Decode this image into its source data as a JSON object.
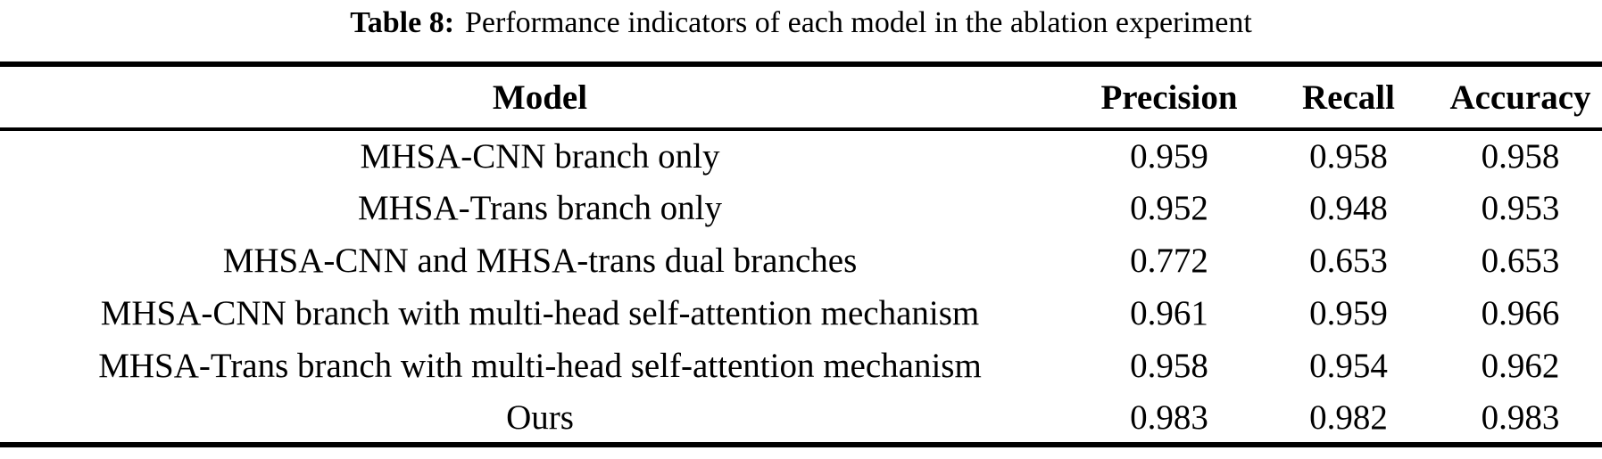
{
  "caption": {
    "label": "Table 8:",
    "text": "Performance indicators of each model in the ablation experiment"
  },
  "table": {
    "columns": [
      "Model",
      "Precision",
      "Recall",
      "Accuracy"
    ],
    "rows": [
      [
        "MHSA-CNN branch only",
        "0.959",
        "0.958",
        "0.958"
      ],
      [
        "MHSA-Trans branch only",
        "0.952",
        "0.948",
        "0.953"
      ],
      [
        "MHSA-CNN and MHSA-trans dual branches",
        "0.772",
        "0.653",
        "0.653"
      ],
      [
        "MHSA-CNN branch with multi-head self-attention mechanism",
        "0.961",
        "0.959",
        "0.966"
      ],
      [
        "MHSA-Trans branch with multi-head self-attention mechanism",
        "0.958",
        "0.954",
        "0.962"
      ],
      [
        "Ours",
        "0.983",
        "0.982",
        "0.983"
      ]
    ]
  }
}
